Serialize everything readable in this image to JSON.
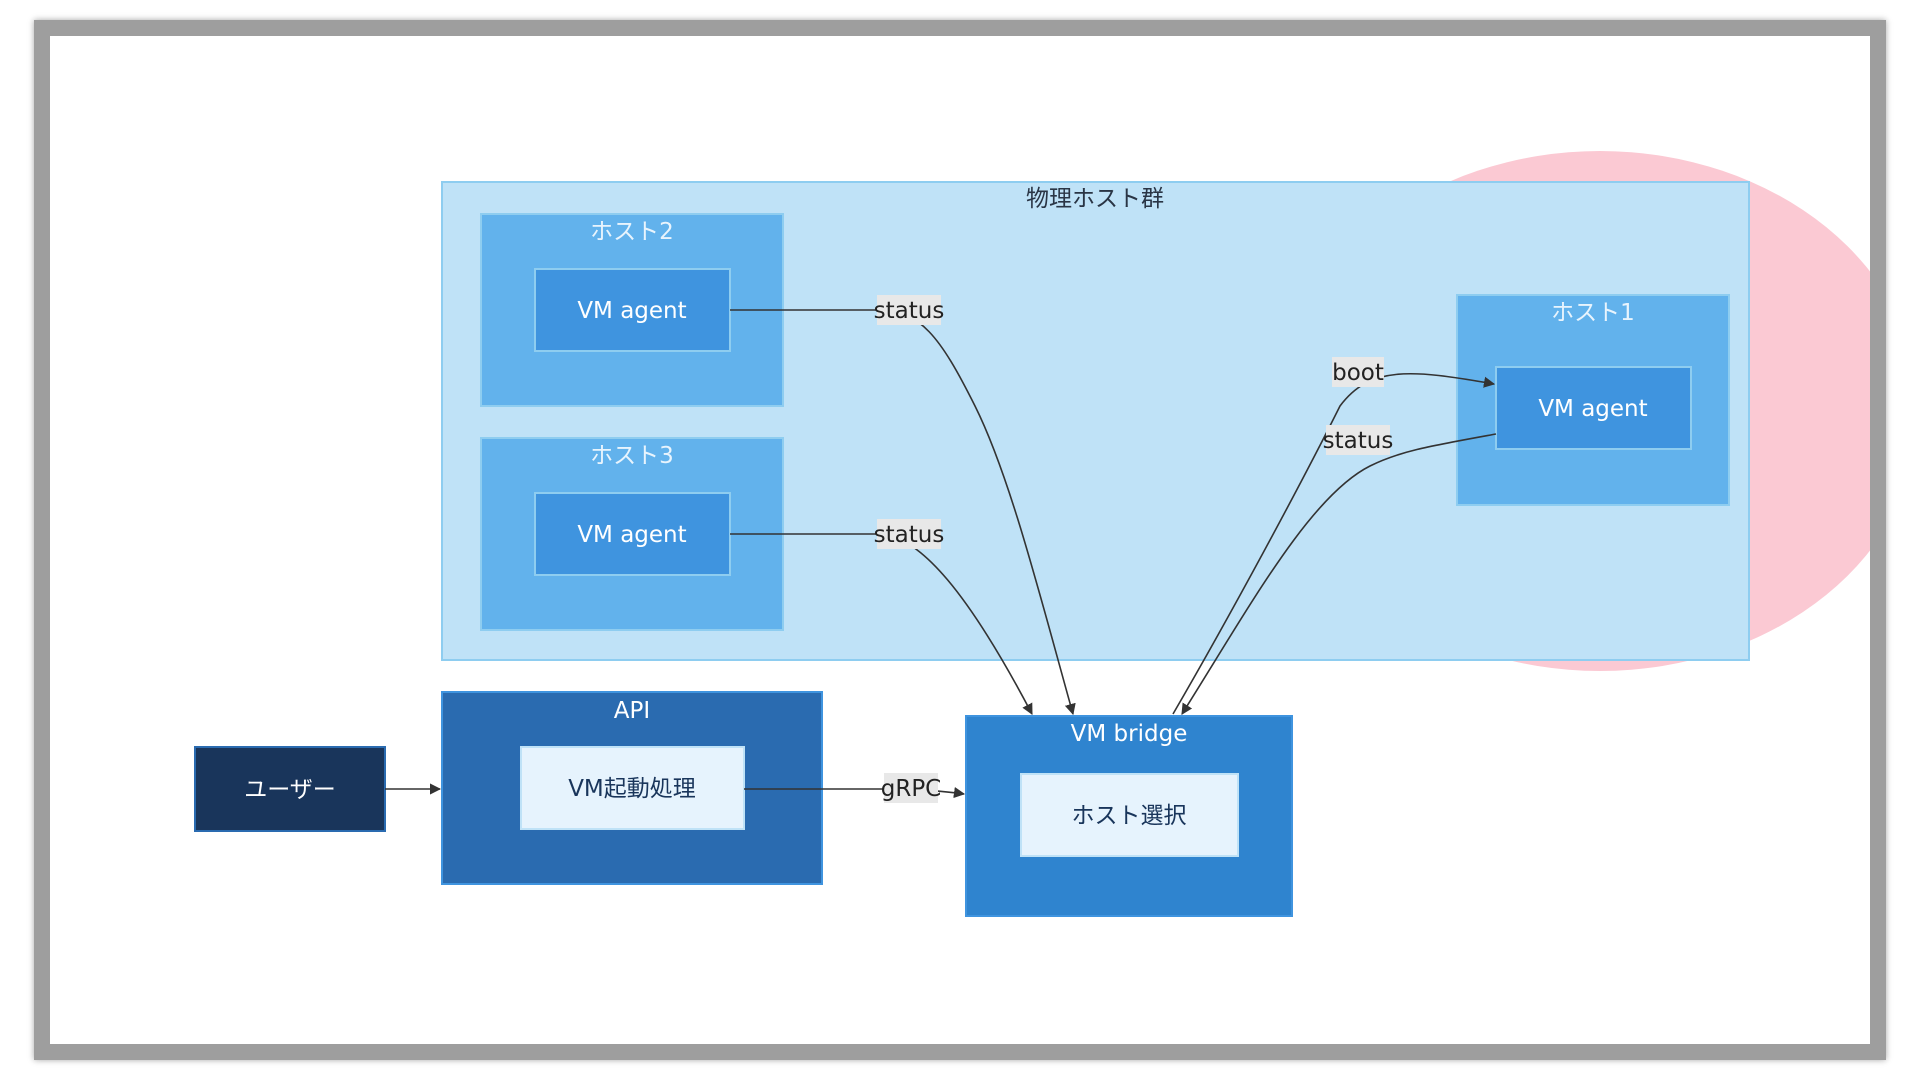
{
  "diagram": {
    "clusters": {
      "physical_hosts": {
        "label": "物理ホスト群"
      },
      "host2": {
        "label": "ホスト2"
      },
      "host3": {
        "label": "ホスト3"
      },
      "host1": {
        "label": "ホスト1"
      },
      "api": {
        "label": "API"
      },
      "vm_bridge": {
        "label": "VM bridge"
      }
    },
    "nodes": {
      "user": {
        "label": "ユーザー"
      },
      "vm_start": {
        "label": "VM起動処理"
      },
      "host_select": {
        "label": "ホスト選択"
      },
      "agent_host2": {
        "label": "VM agent"
      },
      "agent_host3": {
        "label": "VM agent"
      },
      "agent_host1": {
        "label": "VM agent"
      }
    },
    "edges": {
      "host2_status": {
        "label": "status"
      },
      "host3_status": {
        "label": "status"
      },
      "bridge_boot": {
        "label": "boot"
      },
      "host1_status": {
        "label": "status"
      },
      "api_grpc": {
        "label": "gRPC"
      }
    },
    "colors": {
      "outer_cluster": "#bfe2f7",
      "host_cluster": "#62b2ec",
      "agent": "#3f94df",
      "api_cluster": "#2a6bb0",
      "bridge_cluster": "#2f84cf",
      "user_node": "#19355b",
      "inner_node": "#e6f3fd",
      "edge_label_bg": "#e8e8e8"
    }
  }
}
